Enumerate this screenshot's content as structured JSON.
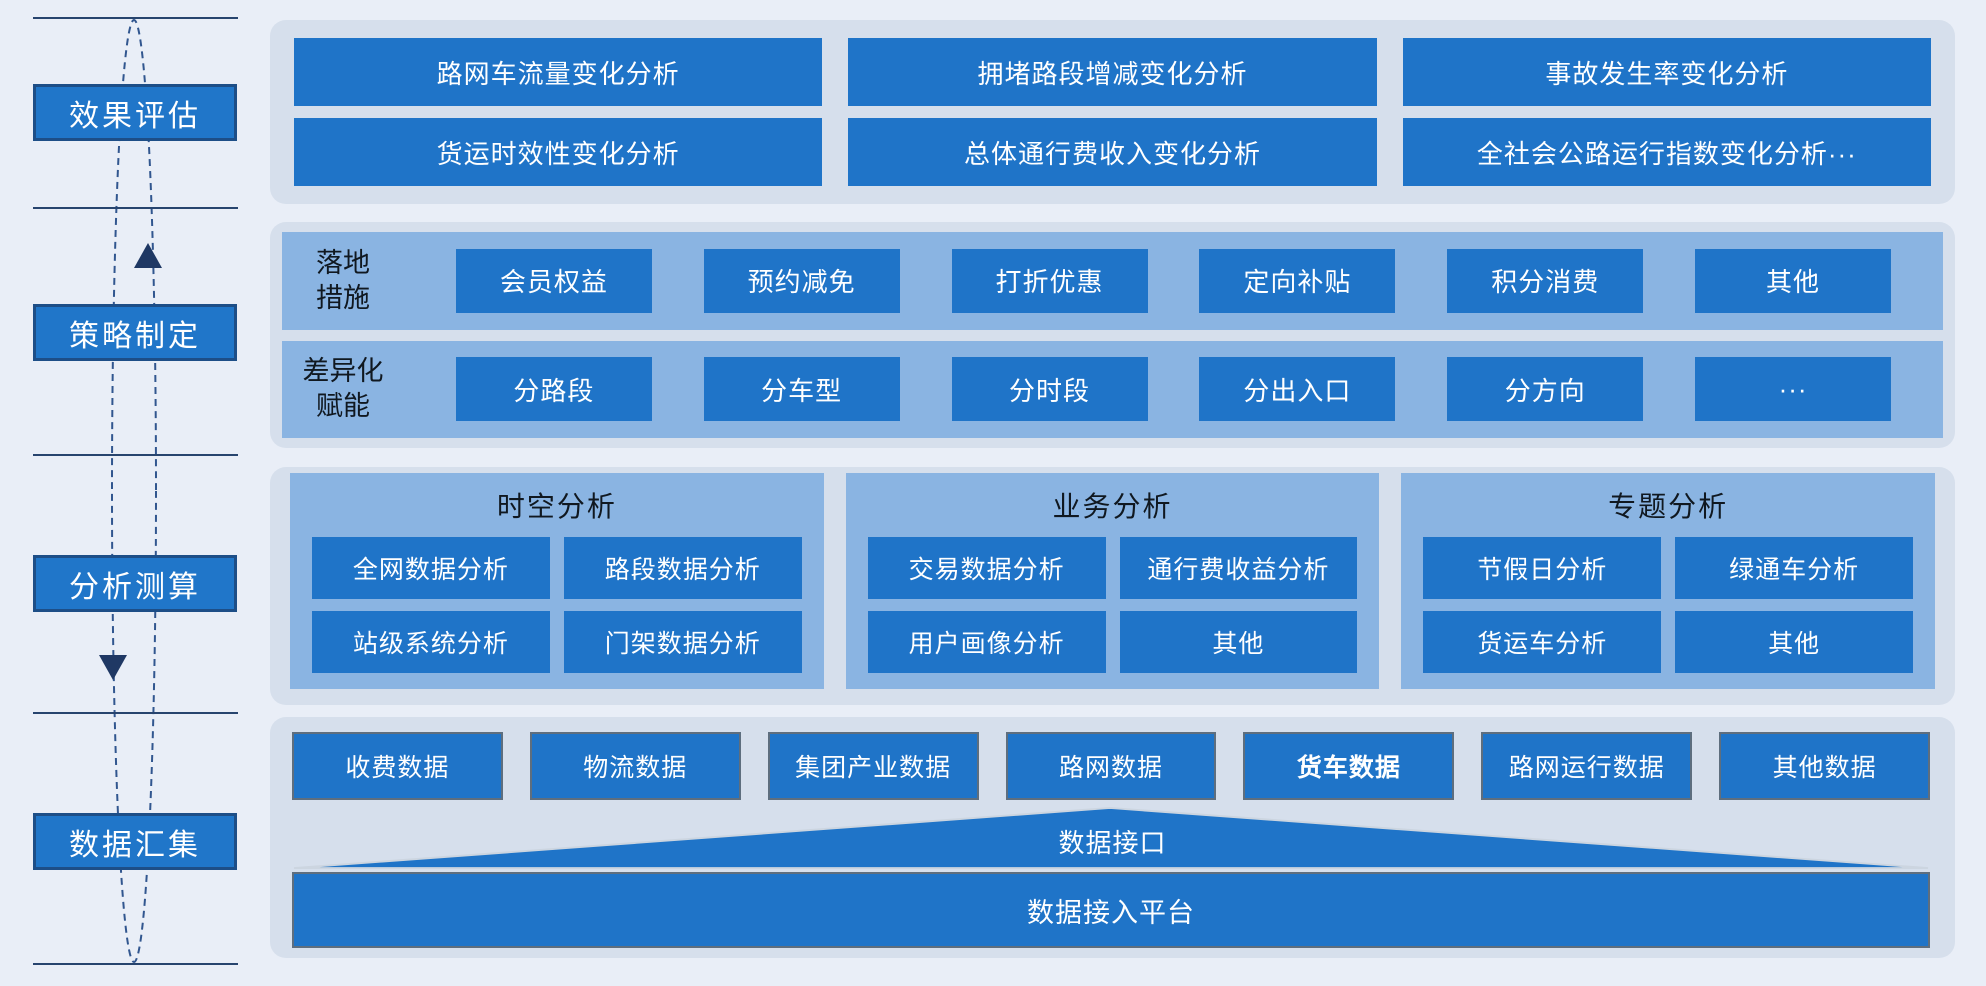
{
  "colors": {
    "page_bg": "#e9eef7",
    "panel_bg": "#d6dfec",
    "strip_bg": "#8ab4e2",
    "box_blue": "#1f74c8",
    "stage_fill": "#2076c9",
    "stage_border": "#1d4e87",
    "navy_arrow": "#1f3864",
    "dark_text": "#101820",
    "light_text": "#ffffff"
  },
  "rail": {
    "stages": [
      {
        "label": "效果评估"
      },
      {
        "label": "策略制定"
      },
      {
        "label": "分析测算"
      },
      {
        "label": "数据汇集"
      }
    ],
    "icons": {
      "up_arrow": "▲",
      "down_arrow": "▼",
      "cycle": "dashed-ellipse"
    }
  },
  "panels": {
    "effect": {
      "rows": [
        [
          "路网车流量变化分析",
          "拥堵路段增减变化分析",
          "事故发生率变化分析"
        ],
        [
          "货运时效性变化分析",
          "总体通行费收入变化分析",
          "全社会公路运行指数变化分析···"
        ]
      ]
    },
    "strategy": {
      "rows": [
        {
          "label_lines": [
            "落地",
            "措施"
          ],
          "items": [
            "会员权益",
            "预约减免",
            "打折优惠",
            "定向补贴",
            "积分消费",
            "其他"
          ]
        },
        {
          "label_lines": [
            "差异化",
            "赋能"
          ],
          "items": [
            "分路段",
            "分车型",
            "分时段",
            "分出入口",
            "分方向",
            "···"
          ]
        }
      ]
    },
    "analysis": {
      "columns": [
        {
          "header": "时空分析",
          "items": [
            "全网数据分析",
            "路段数据分析",
            "站级系统分析",
            "门架数据分析"
          ]
        },
        {
          "header": "业务分析",
          "items": [
            "交易数据分析",
            "通行费收益分析",
            "用户画像分析",
            "其他"
          ]
        },
        {
          "header": "专题分析",
          "items": [
            "节假日分析",
            "绿通车分析",
            "货运车分析",
            "其他"
          ]
        }
      ]
    },
    "data": {
      "sources": [
        "收费数据",
        "物流数据",
        "集团产业数据",
        "路网数据",
        "货车数据",
        "路网运行数据",
        "其他数据"
      ],
      "bold_source": "货车数据",
      "interface_label": "数据接口",
      "platform_label": "数据接入平台"
    }
  }
}
